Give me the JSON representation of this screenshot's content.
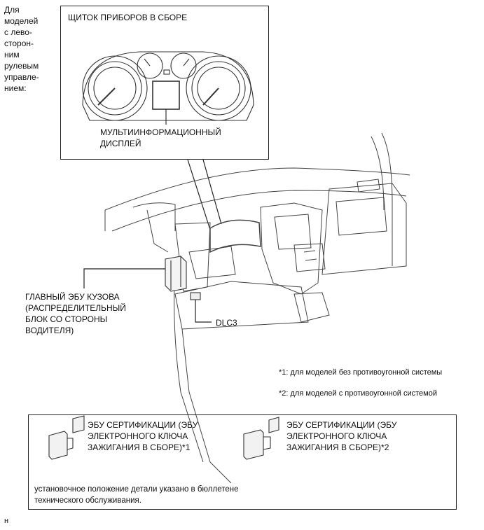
{
  "side_note": "Для\nмоделей\nс лево-\nсторон-\nним\nрулевым\nуправле-\nнием:",
  "cluster_box": {
    "title": "ЩИТОК ПРИБОРОВ В СБОРЕ",
    "display_label": "МУЛЬТИИНФОРМАЦИОННЫЙ\nДИСПЛЕЙ"
  },
  "callouts": {
    "main_ecu": "ГЛАВНЫЙ ЭБУ КУЗОВА\n(РАСПРЕДЕЛИТЕЛЬНЫЙ\nБЛОК СО СТОРОНЫ\nВОДИТЕЛЯ)",
    "dlc3": "DLC3"
  },
  "footnotes": {
    "note1": "*1: для моделей без противоугонной системы",
    "note2": "*2: для моделей с противоугонной системой"
  },
  "bottom_box": {
    "item1": "ЭБУ СЕРТИФИКАЦИИ (ЭБУ\nЭЛЕКТРОННОГО КЛЮЧА\nЗАЖИГАНИЯ В СБОРЕ)*1",
    "item2": "ЭБУ СЕРТИФИКАЦИИ (ЭБУ\nЭЛЕКТРОННОГО КЛЮЧА\nЗАЖИГАНИЯ В СБОРЕ)*2",
    "note": "установочное положение детали указано в бюллетене\nтехнического обслуживания."
  },
  "corner_mark": "н"
}
